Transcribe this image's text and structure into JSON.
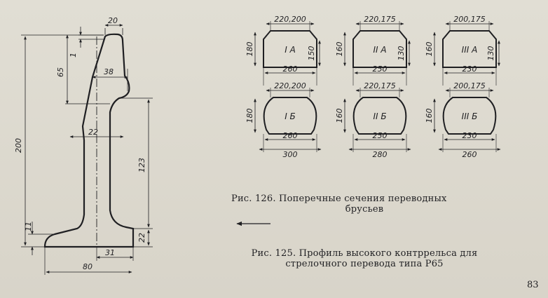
{
  "profile_figure": {
    "dims": {
      "top_width": "20",
      "head_lip": "1",
      "head_height": "65",
      "head_width": "38",
      "web_width": "22",
      "total_height": "200",
      "web_height": "123",
      "base_thickness": "11",
      "base_edge": "22",
      "base_offset": "31",
      "base_width": "80"
    }
  },
  "sections_figure": {
    "sections": [
      {
        "label": "I А",
        "top": "220,200",
        "bottom": "260",
        "left": "180",
        "right": "150"
      },
      {
        "label": "II А",
        "top": "220,175",
        "bottom": "250",
        "left": "160",
        "right": "130"
      },
      {
        "label": "III А",
        "top": "200,175",
        "bottom": "230",
        "left": "160",
        "right": "130"
      },
      {
        "label": "I Б",
        "top": "220,200",
        "bottom": "260",
        "bottom2": "300",
        "left": "180"
      },
      {
        "label": "II Б",
        "top": "220,175",
        "bottom": "250",
        "bottom2": "280",
        "left": "160"
      },
      {
        "label": "III Б",
        "top": "200,175",
        "bottom": "230",
        "bottom2": "260",
        "left": "160"
      }
    ]
  },
  "captions": {
    "fig126_line1": "Рис. 126. Поперечные сечения переводных",
    "fig126_line2": "брусьев",
    "fig125_line1": "Рис. 125. Профиль высокого контррельса для",
    "fig125_line2": "стрелочного перевода типа Р65"
  },
  "page_number": "83"
}
